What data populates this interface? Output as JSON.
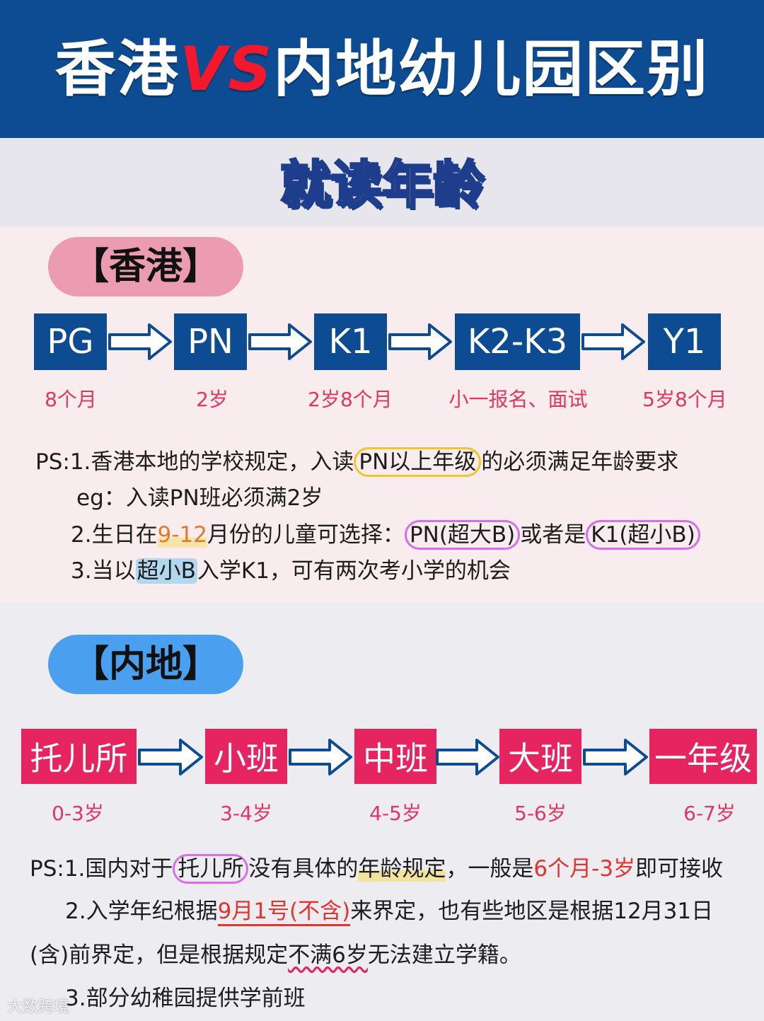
{
  "banner": {
    "title_left": "香港",
    "title_vs": "VS",
    "title_right": "内地幼儿园区别"
  },
  "section_heading": "就读年龄",
  "hongkong": {
    "label": "【香港】",
    "stages": [
      {
        "name": "PG",
        "age": "8个月"
      },
      {
        "name": "PN",
        "age": "2岁"
      },
      {
        "name": "K1",
        "age": "2岁8个月"
      },
      {
        "name": "K2-K3",
        "age": "小一报名、面试"
      },
      {
        "name": "Y1",
        "age": "5岁8个月"
      }
    ],
    "notes": {
      "n1_a": "PS:1.香港本地的学校规定，入读",
      "n1_b": "PN以上年级",
      "n1_c": "的必须满足年龄要求",
      "eg": "eg：入读PN班必须满2岁",
      "n2_a": "2.生日在",
      "n2_b": "9-12",
      "n2_c": "月份的儿童可选择：",
      "n2_d": "PN(超大B)",
      "n2_e": "或者是",
      "n2_f": "K1(超小B)",
      "n3_a": "3.当以",
      "n3_b": "超小B",
      "n3_c": "入学K1，可有两次考小学的机会"
    }
  },
  "mainland": {
    "label": "【内地】",
    "stages": [
      {
        "name": "托儿所",
        "age": "0-3岁"
      },
      {
        "name": "小班",
        "age": "3-4岁"
      },
      {
        "name": "中班",
        "age": "4-5岁"
      },
      {
        "name": "大班",
        "age": "5-6岁"
      },
      {
        "name": "一年级",
        "age": "6-7岁"
      }
    ],
    "notes": {
      "n1_a": "PS:1.国内对于",
      "n1_b": "托儿所",
      "n1_c": "没有具体的",
      "n1_d": "年龄规定",
      "n1_e": "，一般是",
      "n1_f": "6个月-3岁",
      "n1_g": "即可接收",
      "n2_a": "2.入学年纪根据",
      "n2_b": "9月1号(不含)",
      "n2_c": "来界定，也有些地区是根据12月31日",
      "n2_d": "(含)前界定，但是根据规定",
      "n2_e": "不满6岁",
      "n2_f": "无法建立学籍。",
      "n3": "3.部分幼稚园提供学前班"
    }
  },
  "watermark": "大数跨境",
  "colors": {
    "banner_blue": "#0d4b92",
    "vs_red": "#f3182c",
    "heading_yellow": "#f6c628",
    "hk_pill_pink": "#ec9cb1",
    "ml_pill_blue": "#4aa0ee",
    "ml_box_pink": "#e6245f",
    "age_red": "#e0365f"
  }
}
